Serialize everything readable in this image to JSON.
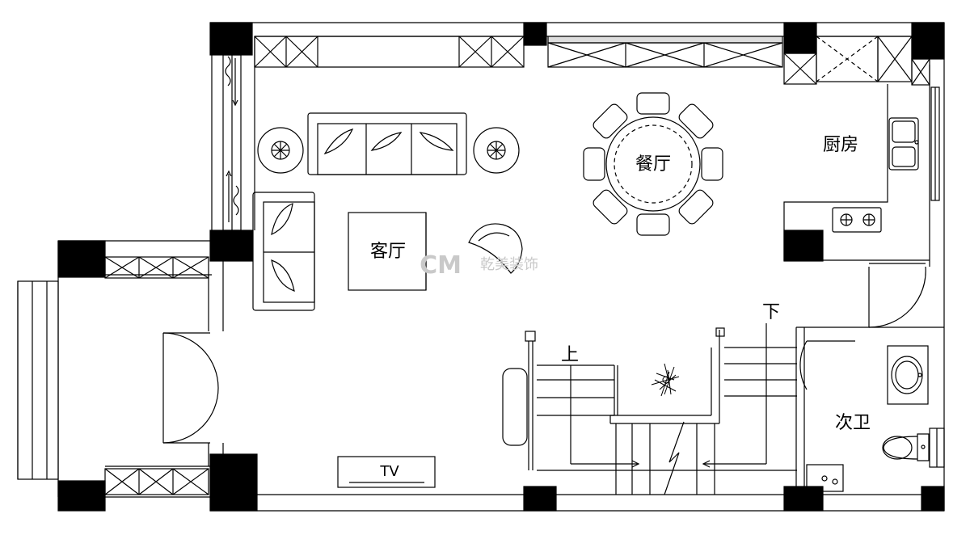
{
  "rooms": {
    "living": "客厅",
    "dining": "餐厅",
    "kitchen": "厨房",
    "bath": "次卫"
  },
  "stairs": {
    "up": "上",
    "down": "下"
  },
  "tv": "TV",
  "watermark": {
    "logo": "CM",
    "brand": "乾美装饰"
  }
}
